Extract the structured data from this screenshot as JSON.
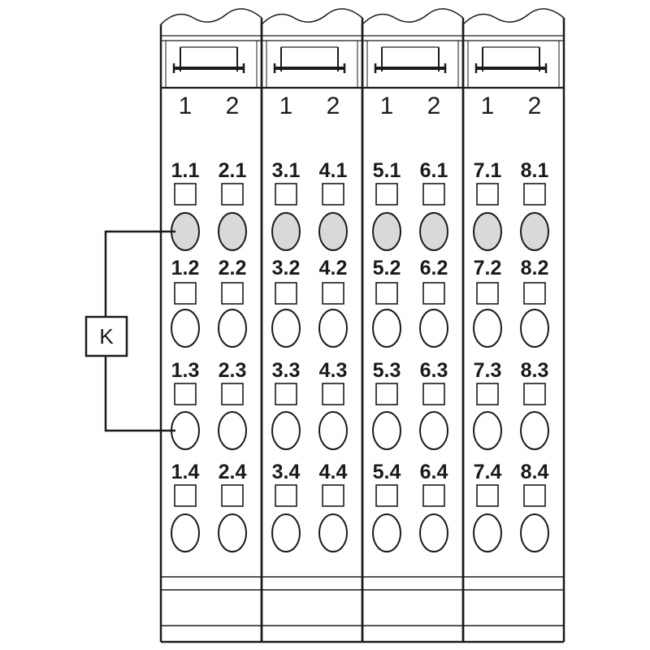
{
  "modules": [
    {
      "headers": [
        "1",
        "2"
      ],
      "rows": [
        [
          "1.1",
          "2.1"
        ],
        [
          "1.2",
          "2.2"
        ],
        [
          "1.3",
          "2.3"
        ],
        [
          "1.4",
          "2.4"
        ]
      ]
    },
    {
      "headers": [
        "1",
        "2"
      ],
      "rows": [
        [
          "3.1",
          "4.1"
        ],
        [
          "3.2",
          "4.2"
        ],
        [
          "3.3",
          "4.3"
        ],
        [
          "3.4",
          "4.4"
        ]
      ]
    },
    {
      "headers": [
        "1",
        "2"
      ],
      "rows": [
        [
          "5.1",
          "6.1"
        ],
        [
          "5.2",
          "6.2"
        ],
        [
          "5.3",
          "6.3"
        ],
        [
          "5.4",
          "6.4"
        ]
      ]
    },
    {
      "headers": [
        "1",
        "2"
      ],
      "rows": [
        [
          "7.1",
          "8.1"
        ],
        [
          "7.2",
          "8.2"
        ],
        [
          "7.3",
          "8.3"
        ],
        [
          "7.4",
          "8.4"
        ]
      ]
    }
  ],
  "filled_row": 0,
  "bridge": {
    "label": "K",
    "from": "1.1",
    "to": "1.3"
  },
  "colors": {
    "line": "#1a1a1a",
    "filled": "#d9d9d9",
    "background": "#ffffff"
  }
}
